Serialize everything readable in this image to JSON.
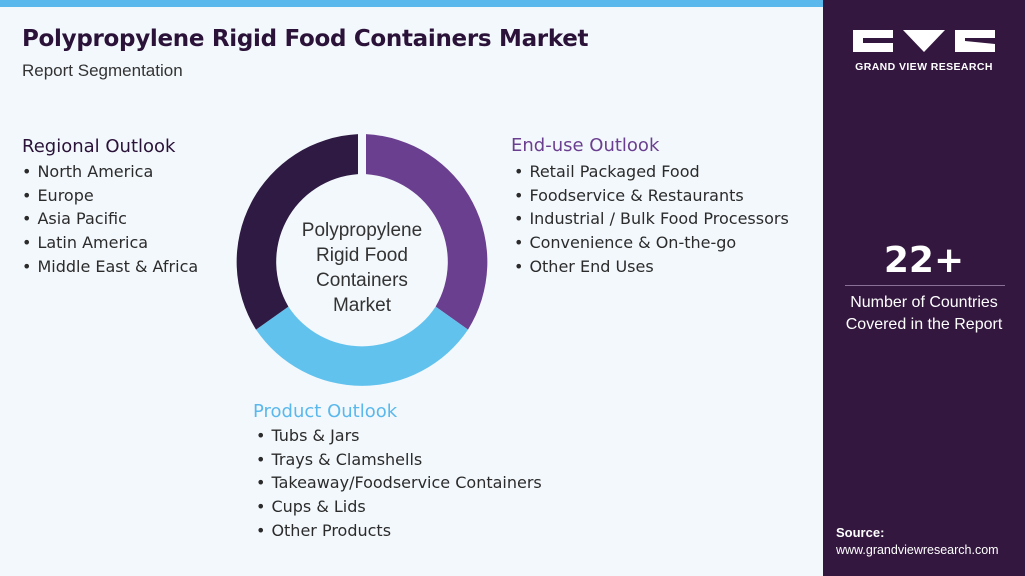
{
  "header": {
    "title": "Polypropylene Rigid Food Containers Market",
    "subtitle": "Report Segmentation"
  },
  "segments": {
    "regional": {
      "title": "Regional Outlook",
      "items": [
        "North America",
        "Europe",
        "Asia Pacific",
        "Latin America",
        "Middle East & Africa"
      ]
    },
    "end_use": {
      "title": "End-use Outlook",
      "items": [
        "Retail Packaged Food",
        "Foodservice & Restaurants",
        "Industrial / Bulk Food Processors",
        "Convenience & On-the-go",
        "Other End Uses"
      ]
    },
    "product": {
      "title": "Product Outlook",
      "items": [
        "Tubs & Jars",
        "Trays & Clamshells",
        "Takeaway/Foodservice Containers",
        "Cups & Lids",
        "Other Products"
      ]
    }
  },
  "donut": {
    "center_lines": [
      "Polypropylene",
      "Rigid Food",
      "Containers",
      "Market"
    ],
    "colors": {
      "end_use": "#6b3f8f",
      "product": "#62c2ee",
      "regional": "#2e1a42"
    }
  },
  "sidebar": {
    "brand": "GRAND VIEW RESEARCH",
    "stat_value": "22+",
    "stat_caption_lines": [
      "Number of Countries",
      "Covered in the Report"
    ],
    "source_label": "Source:",
    "source_url": "www.grandviewresearch.com"
  },
  "colors": {
    "accent_top": "#5ab8ec",
    "sidebar_bg": "#33173f",
    "title": "#2a1238"
  }
}
